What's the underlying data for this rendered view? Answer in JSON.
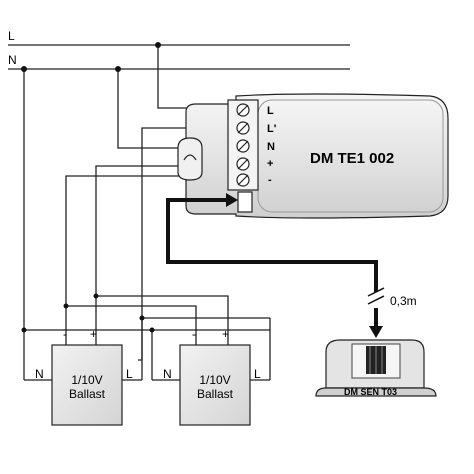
{
  "supply": {
    "line_label": "L",
    "neutral_label": "N"
  },
  "controller": {
    "name": "DM TE1 002",
    "terminals": [
      "L",
      "L'",
      "N",
      "+",
      "-"
    ]
  },
  "ballasts": [
    {
      "title": "1/10V",
      "subtitle": "Ballast",
      "minus": "-",
      "plus": "+",
      "n": "N",
      "l": "L"
    },
    {
      "title": "1/10V",
      "subtitle": "Ballast",
      "minus": "-",
      "plus": "+",
      "n": "N",
      "l": "L"
    }
  ],
  "sensor": {
    "name": "DM SEN T03",
    "cable_length": "0,3m"
  },
  "colors": {
    "line": "#222222",
    "device_fill": "#e8e8e8",
    "background": "#ffffff"
  }
}
